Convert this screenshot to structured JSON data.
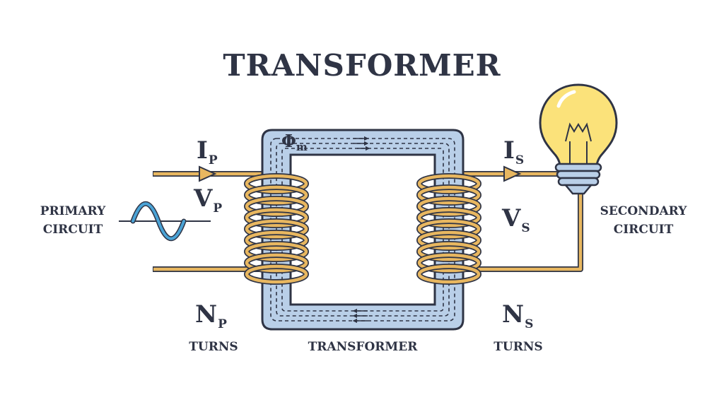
{
  "title": "TRANSFORMER",
  "primary": {
    "label_line1": "PRIMARY",
    "label_line2": "CIRCUIT",
    "current_symbol": "I",
    "current_sub": "P",
    "voltage_symbol": "V",
    "voltage_sub": "P",
    "turns_symbol": "N",
    "turns_sub": "P",
    "turns_label": "TURNS"
  },
  "secondary": {
    "label_line1": "SECONDARY",
    "label_line2": "CIRCUIT",
    "current_symbol": "I",
    "current_sub": "S",
    "voltage_symbol": "V",
    "voltage_sub": "S",
    "turns_symbol": "N",
    "turns_sub": "S",
    "turns_label": "TURNS"
  },
  "core": {
    "flux_symbol": "Φ",
    "flux_sub": "m",
    "label": "TRANSFORMER"
  },
  "colors": {
    "ink": "#2f3445",
    "core_fill": "#b9cfe8",
    "coil": "#e8b760",
    "sine": "#4aa3d6",
    "bulb": "#fbe27a"
  }
}
